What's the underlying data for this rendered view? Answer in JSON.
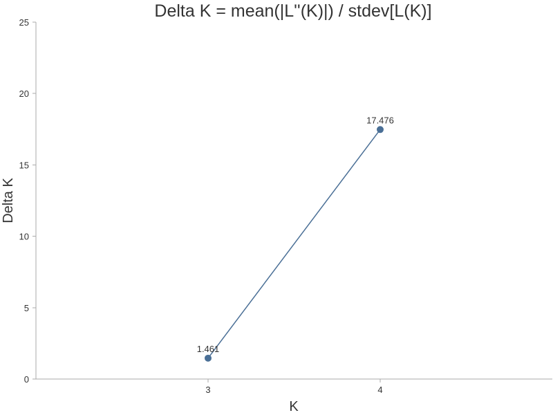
{
  "chart_data": {
    "type": "line",
    "title": "Delta K = mean(|L''(K)|) / stdev[L(K)]",
    "xlabel": "K",
    "ylabel": "Delta K",
    "x_categories": [
      "3",
      "4"
    ],
    "xlim": [
      2,
      5
    ],
    "ylim": [
      0,
      25
    ],
    "y_ticks": [
      0,
      5,
      10,
      15,
      20,
      25
    ],
    "grid": false,
    "legend": "none",
    "series": [
      {
        "x": [
          3,
          4
        ],
        "values": [
          1.461,
          17.476
        ],
        "labels": [
          "1.461",
          "17.476"
        ],
        "color": "#4a6f96"
      }
    ]
  }
}
